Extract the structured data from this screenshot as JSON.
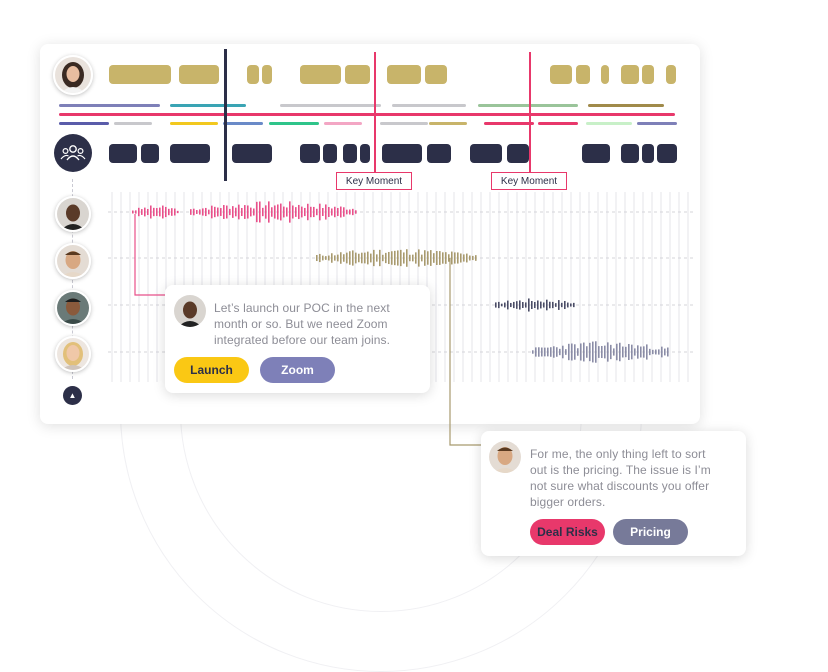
{
  "timeline": {
    "key_moments": [
      "Key Moment",
      "Key Moment"
    ],
    "colors": {
      "segment": "#c8b46a",
      "group_block": "#2c2f48",
      "key_moment": "#e8386b",
      "speaker1_wave": "#e8508a",
      "speaker2_wave": "#a89a6e",
      "speaker3_wave": "#4a4c66",
      "speaker4_wave": "#8a8ca6"
    }
  },
  "speakers": [
    {
      "icon": "speaker-avatar"
    },
    {
      "icon": "speaker-avatar"
    },
    {
      "icon": "speaker-avatar"
    },
    {
      "icon": "speaker-avatar"
    }
  ],
  "cards": {
    "first": {
      "text_lines": [
        "Let’s launch our POC in the next",
        "month or so. But we need Zoom",
        "integrated before our team joins."
      ],
      "tags": [
        {
          "label": "Launch",
          "bg": "#fac814",
          "fg": "#2c2f48"
        },
        {
          "label": "Zoom",
          "bg": "#7e80b8",
          "fg": "#ffffff"
        }
      ]
    },
    "second": {
      "text_lines": [
        "For me, the only thing left to sort",
        "out is the pricing. The issue is I’m",
        "not sure what discounts you offer",
        "bigger orders."
      ],
      "tags": [
        {
          "label": "Deal Risks",
          "bg": "#e8386b",
          "fg": "#2c2f48"
        },
        {
          "label": "Pricing",
          "bg": "#777a99",
          "fg": "#ffffff"
        }
      ]
    }
  },
  "controls": {
    "collapse_icon": "triangle-up-icon"
  }
}
